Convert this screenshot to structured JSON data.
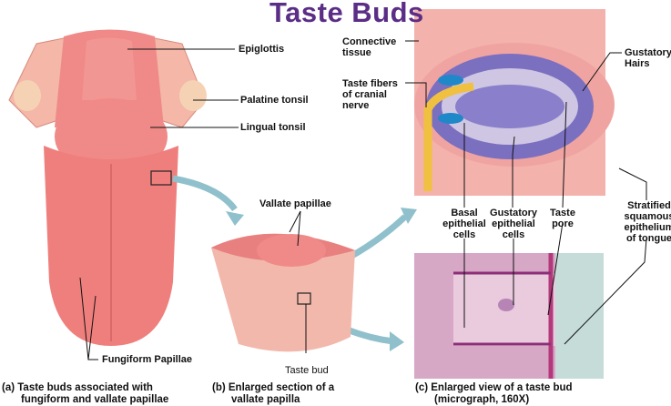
{
  "title": "Taste Buds",
  "colors": {
    "title": "#5b2d86",
    "tongue": "#ee7a78",
    "tissue_pink": "#f2a7a3",
    "bud_purple": "#6a5fb0",
    "nerve_yellow": "#f0c040",
    "basal_blue": "#1f88c8",
    "arrow": "#8fc0cc",
    "micrograph_bg": "#d9a8c8"
  },
  "panel_a": {
    "labels": {
      "epiglottis": "Epiglottis",
      "palatine_tonsil": "Palatine tonsil",
      "lingual_tonsil": "Lingual tonsil",
      "fungiform": "Fungiform Papillae"
    },
    "caption_line1": "(a) Taste buds associated with",
    "caption_line2": "fungiform and vallate papillae"
  },
  "panel_b": {
    "labels": {
      "vallate": "Vallate papillae",
      "taste_bud": "Taste bud"
    },
    "caption_line1": "(b) Enlarged section of a",
    "caption_line2": "vallate papilla"
  },
  "panel_c": {
    "labels": {
      "connective_1": "Connective",
      "connective_2": "tissue",
      "fibers_1": "Taste fibers",
      "fibers_2": "of cranial",
      "fibers_3": "nerve",
      "hairs_1": "Gustatory",
      "hairs_2": "Hairs",
      "basal_1": "Basal",
      "basal_2": "epithelial",
      "basal_3": "cells",
      "gust_1": "Gustatory",
      "gust_2": "epithelial",
      "gust_3": "cells",
      "pore_1": "Taste",
      "pore_2": "pore",
      "strat_1": "Stratified",
      "strat_2": "squamous",
      "strat_3": "epithelium",
      "strat_4": "of tongue"
    },
    "caption_line1": "(c) Enlarged view of a taste bud",
    "caption_line2": "(micrograph, 160X)"
  }
}
